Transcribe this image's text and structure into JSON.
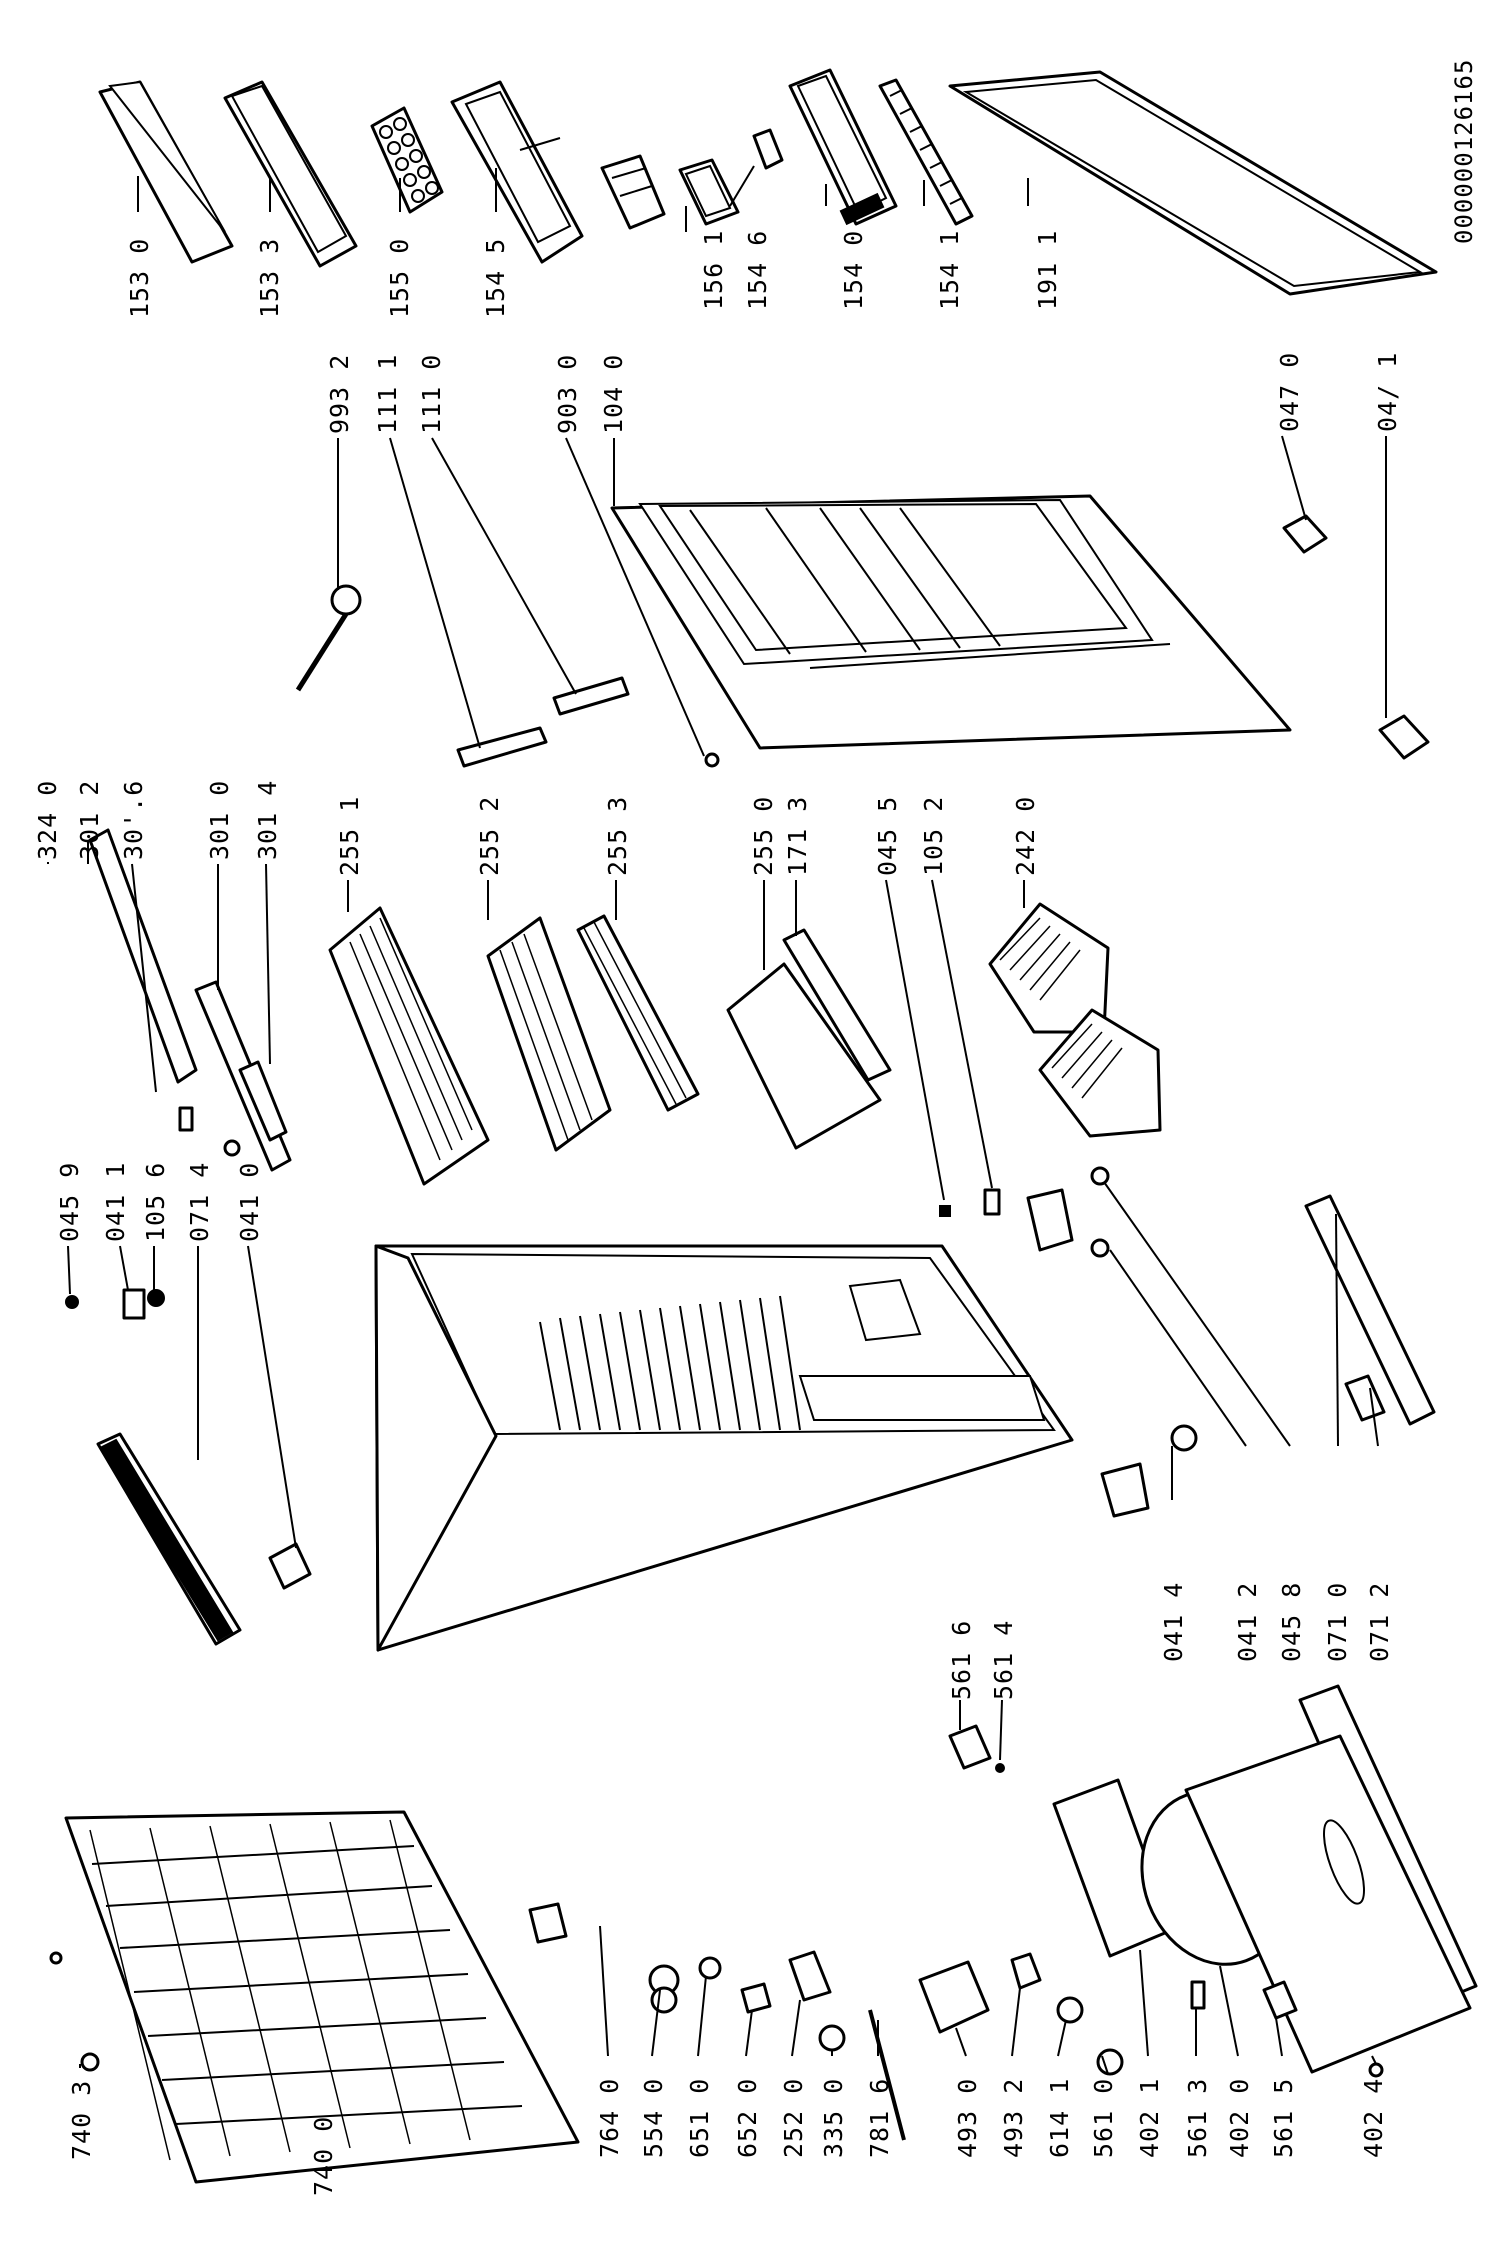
{
  "document_id": "000000126165",
  "callouts": [
    {
      "id": "153-0",
      "text": "153 0"
    },
    {
      "id": "153-3",
      "text": "153 3"
    },
    {
      "id": "155-0",
      "text": "155 0"
    },
    {
      "id": "154-5",
      "text": "154 5"
    },
    {
      "id": "156-1",
      "text": "156 1"
    },
    {
      "id": "154-6",
      "text": "154 6"
    },
    {
      "id": "154-0",
      "text": "154 0"
    },
    {
      "id": "154-1",
      "text": "154 1"
    },
    {
      "id": "191-1",
      "text": "191 1"
    },
    {
      "id": "993-2",
      "text": "993 2"
    },
    {
      "id": "111-1",
      "text": "111 1"
    },
    {
      "id": "111-0",
      "text": "111 0"
    },
    {
      "id": "903-0",
      "text": "903 0"
    },
    {
      "id": "104-0",
      "text": "104 0"
    },
    {
      "id": "047-0",
      "text": "047 0"
    },
    {
      "id": "047-1",
      "text": "04/ 1"
    },
    {
      "id": "324-0",
      "text": "324 0"
    },
    {
      "id": "301-2",
      "text": "301 2"
    },
    {
      "id": "301-6",
      "text": "30'.6"
    },
    {
      "id": "301-0",
      "text": "301 0"
    },
    {
      "id": "301-4",
      "text": "301 4"
    },
    {
      "id": "255-1",
      "text": "255 1"
    },
    {
      "id": "255-2",
      "text": "255 2"
    },
    {
      "id": "255-3",
      "text": "255 3"
    },
    {
      "id": "255-0",
      "text": "255 0"
    },
    {
      "id": "171-3",
      "text": "171 3"
    },
    {
      "id": "045-5",
      "text": "045 5"
    },
    {
      "id": "105-2",
      "text": "105 2"
    },
    {
      "id": "242-0",
      "text": "242 0"
    },
    {
      "id": "045-9",
      "text": "045 9"
    },
    {
      "id": "041-1",
      "text": "041 1"
    },
    {
      "id": "105-6",
      "text": "105 6"
    },
    {
      "id": "071-4",
      "text": "071 4"
    },
    {
      "id": "041-0",
      "text": "041 0"
    },
    {
      "id": "041-4",
      "text": "041 4"
    },
    {
      "id": "041-2",
      "text": "041 2"
    },
    {
      "id": "045-8",
      "text": "045 8"
    },
    {
      "id": "071-0",
      "text": "071 0"
    },
    {
      "id": "071-2",
      "text": "071 2"
    },
    {
      "id": "561-6",
      "text": "561 6"
    },
    {
      "id": "561-4",
      "text": "561 4"
    },
    {
      "id": "740-3",
      "text": "740 3"
    },
    {
      "id": "740-0",
      "text": "740 0"
    },
    {
      "id": "764-0",
      "text": "764 0"
    },
    {
      "id": "554-0",
      "text": "554 0"
    },
    {
      "id": "651-0",
      "text": "651 0"
    },
    {
      "id": "652-0",
      "text": "652 0"
    },
    {
      "id": "252-0",
      "text": "252 0"
    },
    {
      "id": "335-0",
      "text": "335 0"
    },
    {
      "id": "781-6",
      "text": "781 6"
    },
    {
      "id": "493-0",
      "text": "493 0"
    },
    {
      "id": "493-2",
      "text": "493 2"
    },
    {
      "id": "614-1",
      "text": "614 1"
    },
    {
      "id": "561-0",
      "text": "561 0"
    },
    {
      "id": "402-1",
      "text": "402 1"
    },
    {
      "id": "561-3",
      "text": "561 3"
    },
    {
      "id": "402-0",
      "text": "402 0"
    },
    {
      "id": "561-5",
      "text": "561 5"
    },
    {
      "id": "402-4",
      "text": "402 4"
    }
  ]
}
